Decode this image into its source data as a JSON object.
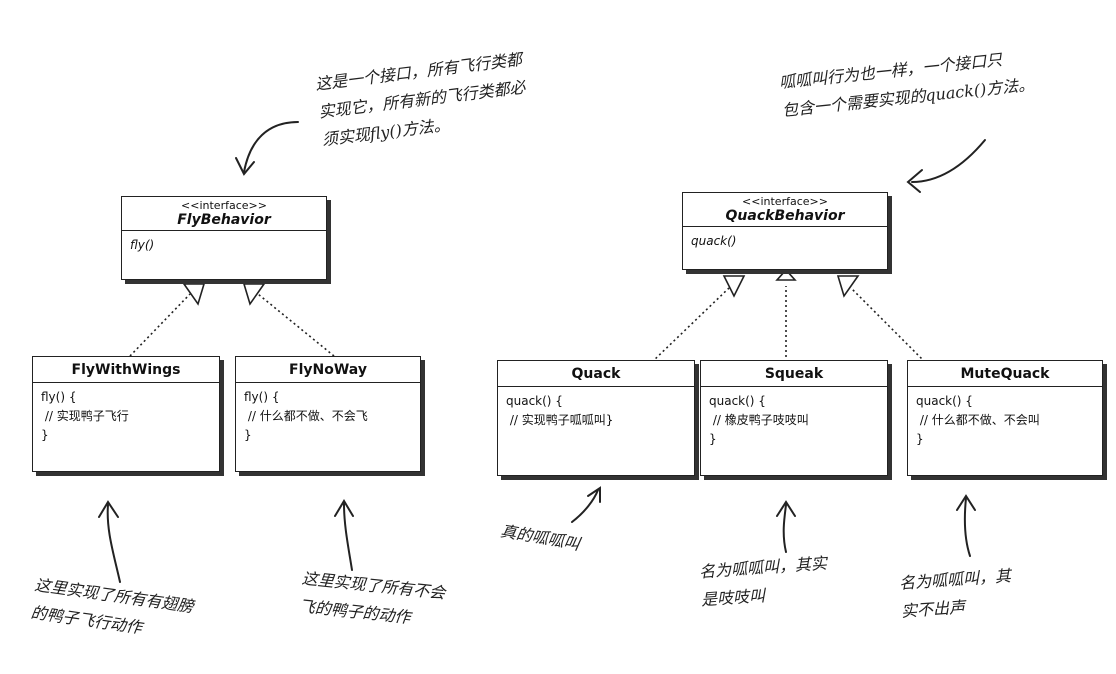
{
  "interfaces": {
    "fly": {
      "stereotype": "<<interface>>",
      "name": "FlyBehavior",
      "method": "fly()"
    },
    "quack": {
      "stereotype": "<<interface>>",
      "name": "QuackBehavior",
      "method": "quack()"
    }
  },
  "classes": {
    "flywithwings": {
      "name": "FlyWithWings",
      "body": "fly() {\n // 实现鸭子飞行\n}"
    },
    "flynoway": {
      "name": "FlyNoWay",
      "body": "fly() {\n // 什么都不做、不会飞\n}"
    },
    "quack": {
      "name": "Quack",
      "body": "quack() {\n // 实现鸭子呱呱叫}"
    },
    "squeak": {
      "name": "Squeak",
      "body": "quack() {\n // 橡皮鸭子吱吱叫\n}"
    },
    "mutequack": {
      "name": "MuteQuack",
      "body": "quack() {\n // 什么都不做、不会叫\n}"
    }
  },
  "notes": {
    "fly_interface": "这是一个接口，所有飞行类都\n实现它，所有新的飞行类都必\n须实现fly()方法。",
    "quack_interface": "呱呱叫行为也一样，一个接口只\n包含一个需要实现的quack()方法。",
    "flywithwings": "这里实现了所有有翅膀\n的鸭子飞行动作",
    "flynoway": "这里实现了所有不会\n飞的鸭子的动作",
    "quack": "真的呱呱叫",
    "squeak": "名为呱呱叫，其实\n是吱吱叫",
    "mutequack": "名为呱呱叫，其\n实不出声"
  }
}
